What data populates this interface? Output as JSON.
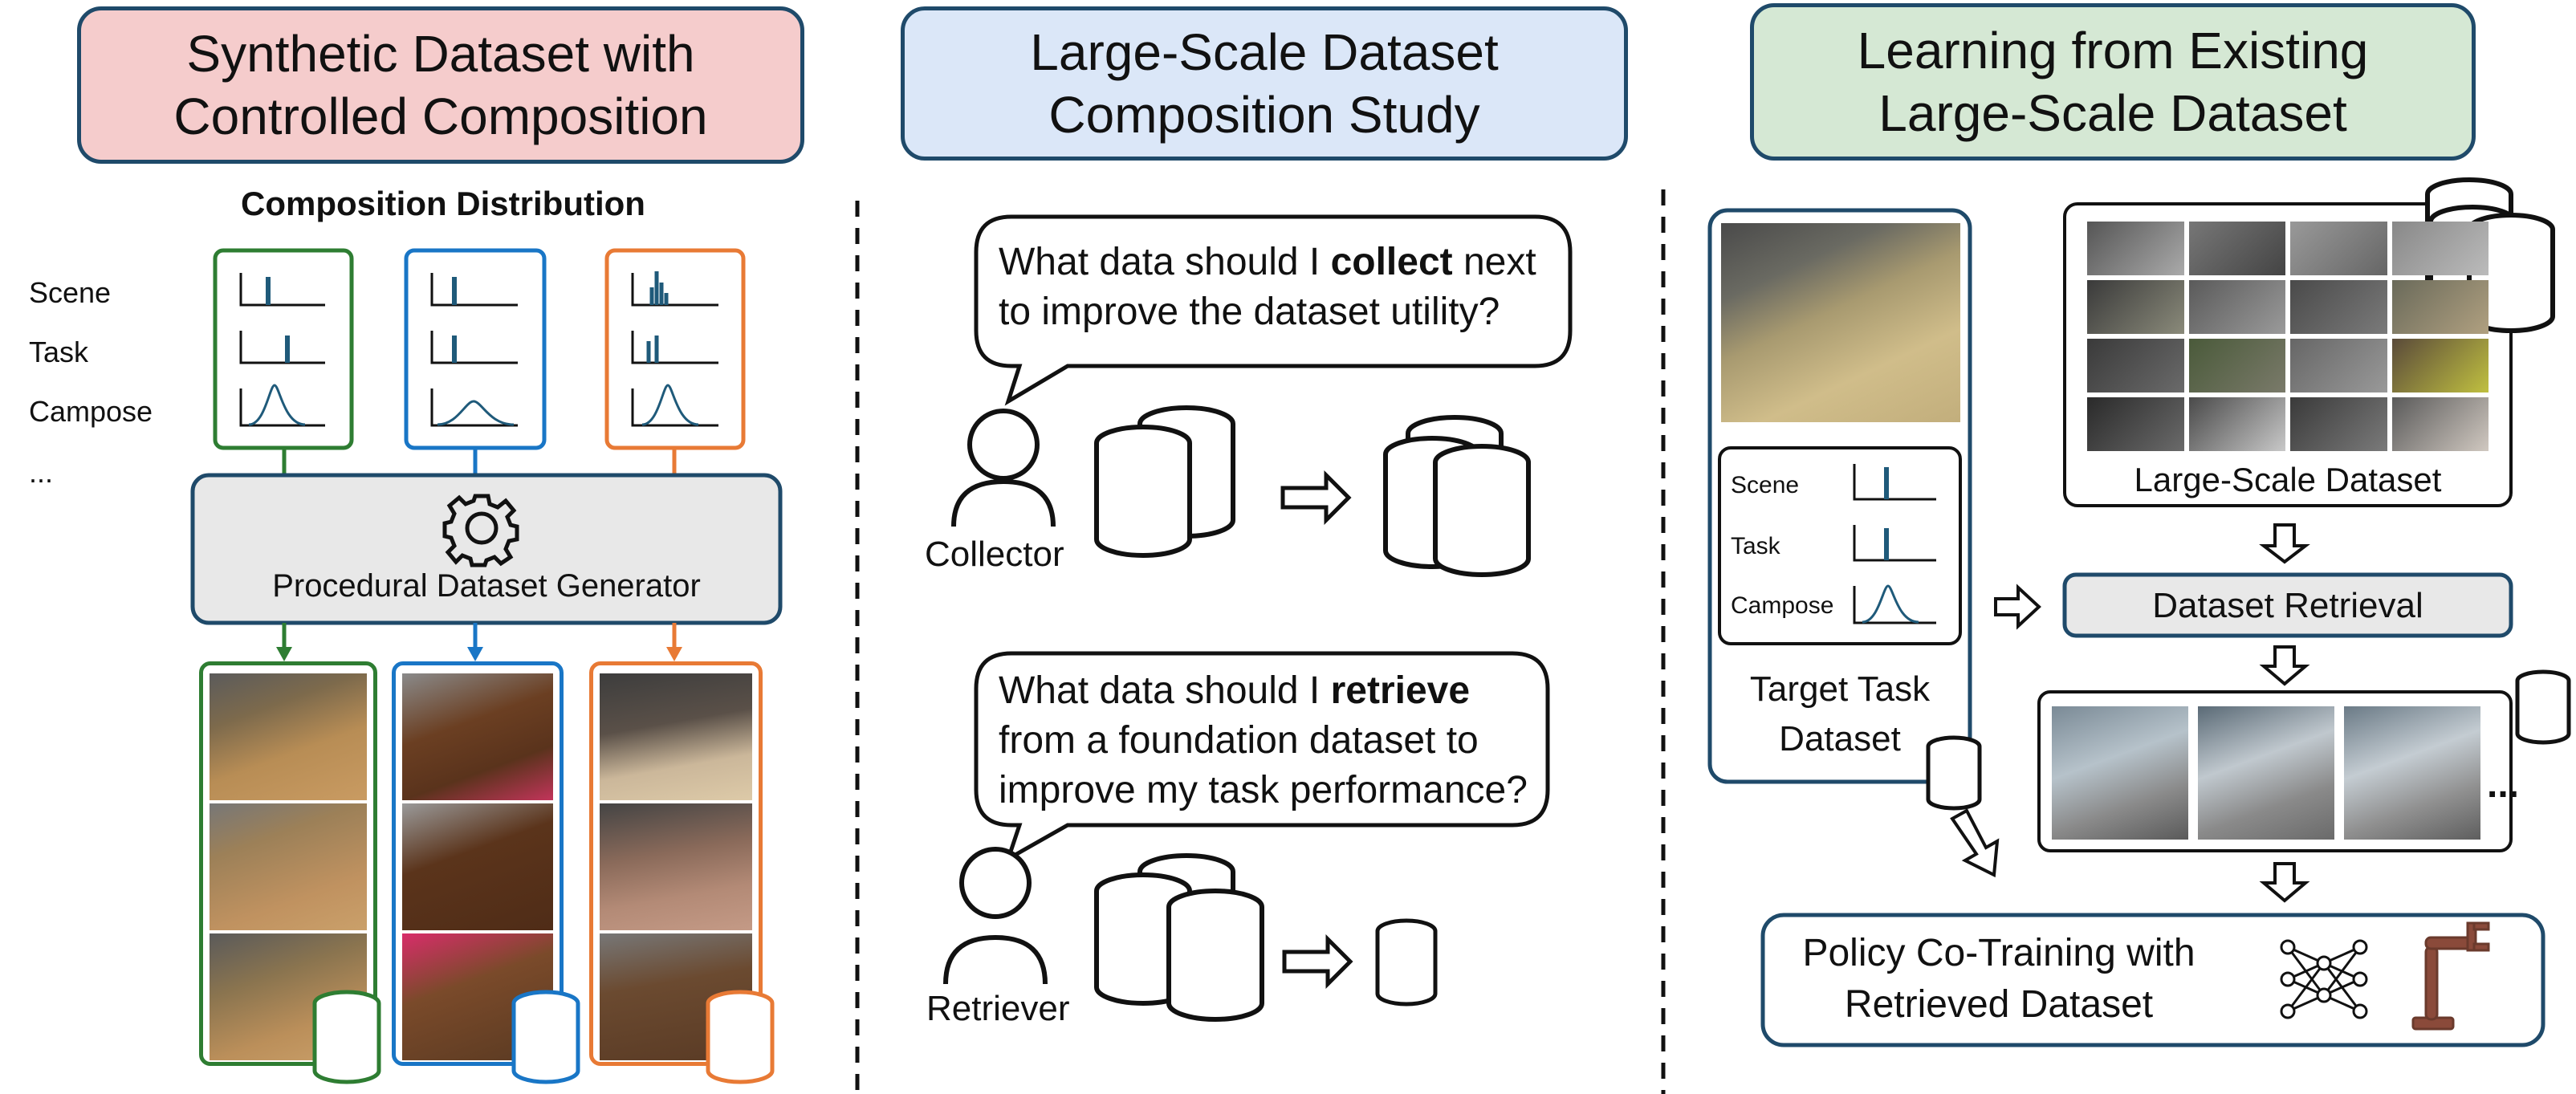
{
  "panels": {
    "synthetic": {
      "title_line1": "Synthetic Dataset with",
      "title_line2": "Controlled Composition",
      "distribution_title": "Composition Distribution",
      "factor_labels": [
        "Scene",
        "Task",
        "Campose",
        "..."
      ],
      "generator_label": "Procedural Dataset Generator",
      "colors": {
        "green": "#2e7d32",
        "blue": "#1976c6",
        "orange": "#e87a35"
      }
    },
    "study": {
      "title_line1": "Large-Scale Dataset",
      "title_line2": "Composition Study",
      "collector_q_pre": "What data should I ",
      "collector_q_bold": "collect",
      "collector_q_post": " next",
      "collector_q_line2": "to improve the dataset utility?",
      "collector_label": "Collector",
      "retriever_q_pre": "What data should I ",
      "retriever_q_bold": "retrieve",
      "retriever_q_line2": "from a foundation dataset to",
      "retriever_q_line3": "improve my task performance?",
      "retriever_label": "Retriever"
    },
    "learning": {
      "title_line1": "Learning from Existing",
      "title_line2": "Large-Scale Dataset",
      "target_factors": [
        "Scene",
        "Task",
        "Campose"
      ],
      "target_label_line1": "Target Task",
      "target_label_line2": "Dataset",
      "large_scale_label": "Large-Scale Dataset",
      "retrieval_label": "Dataset Retrieval",
      "ellipsis": "...",
      "policy_line1": "Policy Co-Training with",
      "policy_line2": "Retrieved Dataset"
    }
  }
}
